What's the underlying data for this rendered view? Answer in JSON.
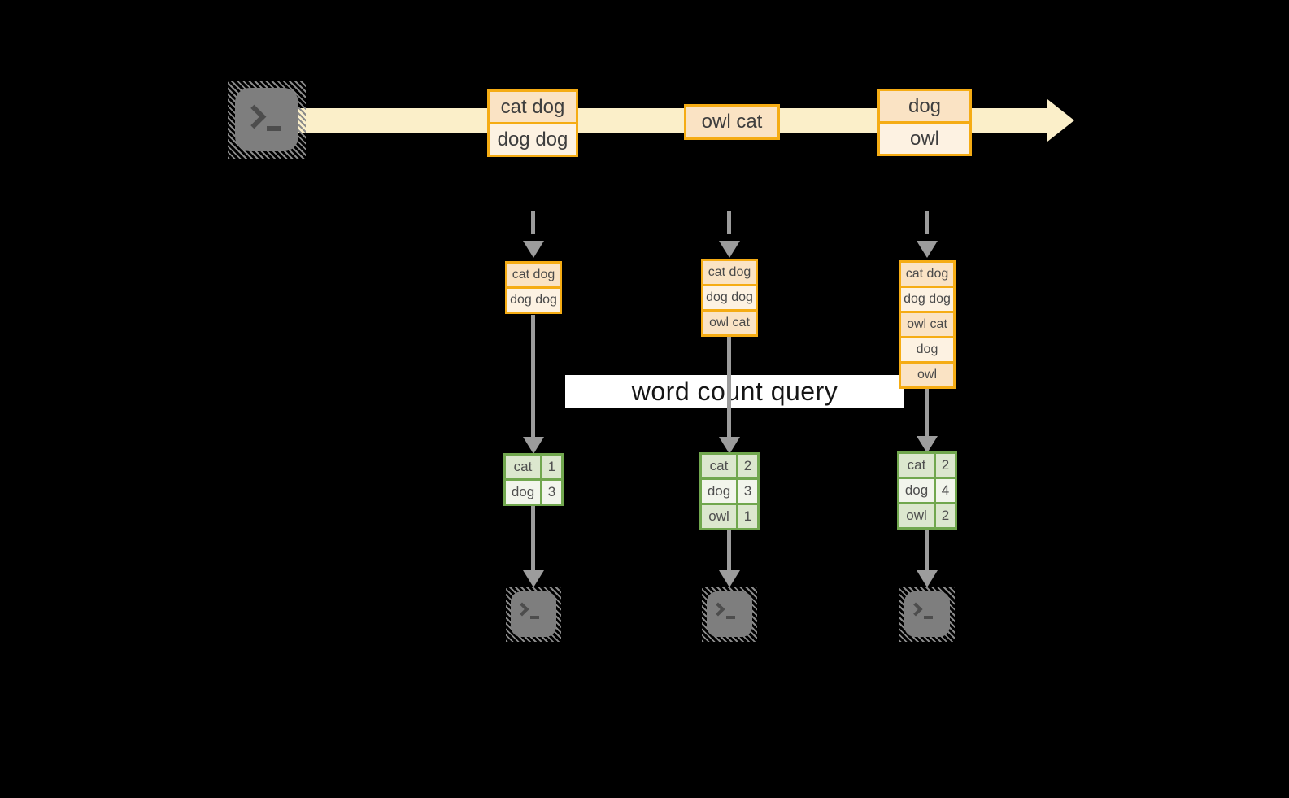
{
  "diagram": {
    "query_label": "word count query",
    "events": [
      {
        "rows": [
          "cat dog",
          "dog dog"
        ]
      },
      {
        "rows": [
          "owl cat"
        ]
      },
      {
        "rows": [
          "dog",
          "owl"
        ]
      }
    ],
    "columns": [
      {
        "buffer": [
          "cat dog",
          "dog dog"
        ],
        "counts": [
          {
            "word": "cat",
            "value": "1"
          },
          {
            "word": "dog",
            "value": "3"
          }
        ]
      },
      {
        "buffer": [
          "cat dog",
          "dog dog",
          "owl cat"
        ],
        "counts": [
          {
            "word": "cat",
            "value": "2"
          },
          {
            "word": "dog",
            "value": "3"
          },
          {
            "word": "owl",
            "value": "1"
          }
        ]
      },
      {
        "buffer": [
          "cat dog",
          "dog dog",
          "owl cat",
          "dog",
          "owl"
        ],
        "counts": [
          {
            "word": "cat",
            "value": "2"
          },
          {
            "word": "dog",
            "value": "4"
          },
          {
            "word": "owl",
            "value": "2"
          }
        ]
      }
    ],
    "icons": {
      "source": "terminal-icon",
      "sinks": [
        "terminal-icon",
        "terminal-icon",
        "terminal-icon"
      ]
    },
    "colors": {
      "background": "#000000",
      "stream_fill": "#fbefc9",
      "event_border": "#f5ac14",
      "event_fill_dark": "#fae3c4",
      "event_fill_light": "#fdf2e2",
      "table_border": "#71a74e",
      "table_fill_dark": "#dce7ce",
      "table_fill_light": "#f2f5ec",
      "arrow_gray": "#9c9c9c",
      "terminal_gray": "#7e7e7e",
      "banner_bg": "#ffffff"
    }
  }
}
